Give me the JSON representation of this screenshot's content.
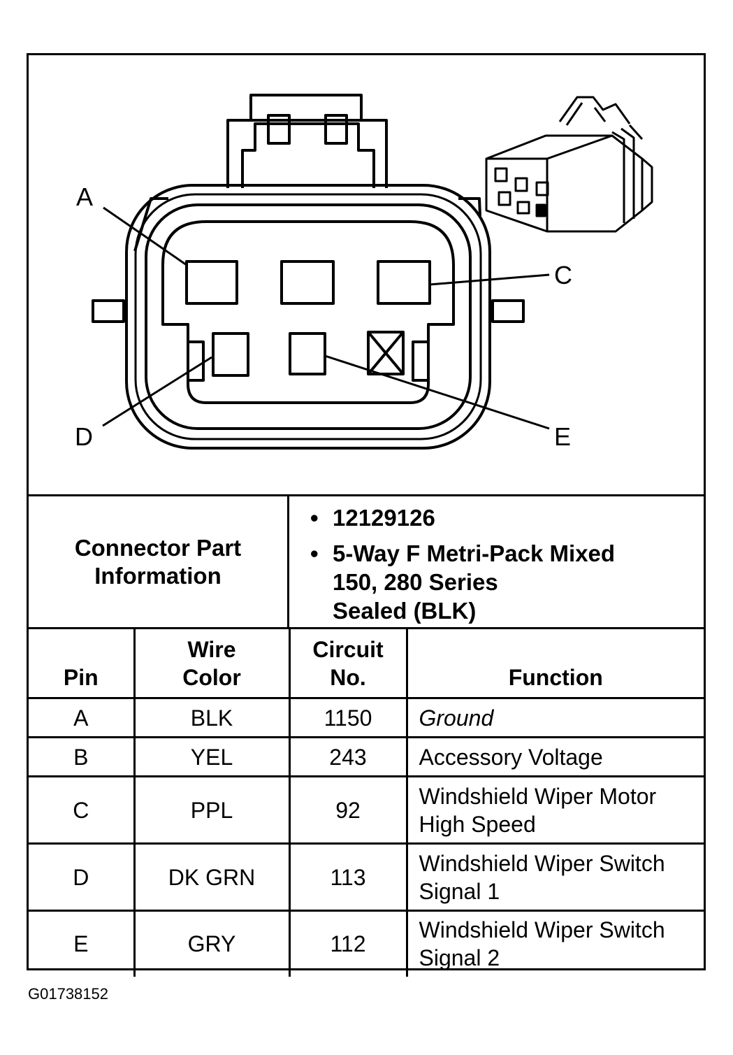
{
  "diagram": {
    "pin_labels": {
      "a": "A",
      "c": "C",
      "d": "D",
      "e": "E"
    }
  },
  "connector_info": {
    "label": "Connector Part Information",
    "part_number": "12129126",
    "description_lines": [
      "5-Way F Metri-Pack Mixed",
      "150, 280 Series",
      "Sealed (BLK)"
    ]
  },
  "pin_table": {
    "headers": {
      "pin": "Pin",
      "wire_color_1": "Wire",
      "wire_color_2": "Color",
      "circuit_1": "Circuit",
      "circuit_2": "No.",
      "function": "Function"
    },
    "rows": [
      {
        "pin": "A",
        "wire_color": "BLK",
        "circuit": "1150",
        "function_1": "Ground",
        "function_2": ""
      },
      {
        "pin": "B",
        "wire_color": "YEL",
        "circuit": "243",
        "function_1": "Accessory Voltage",
        "function_2": ""
      },
      {
        "pin": "C",
        "wire_color": "PPL",
        "circuit": "92",
        "function_1": "Windshield Wiper Motor",
        "function_2": "High Speed"
      },
      {
        "pin": "D",
        "wire_color": "DK GRN",
        "circuit": "113",
        "function_1": "Windshield Wiper Switch",
        "function_2": "Signal 1"
      },
      {
        "pin": "E",
        "wire_color": "GRY",
        "circuit": "112",
        "function_1": "Windshield Wiper Switch",
        "function_2": "Signal 2"
      }
    ]
  },
  "figure_id": "G01738152"
}
